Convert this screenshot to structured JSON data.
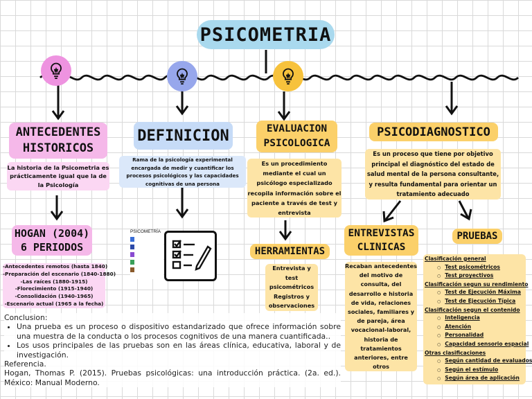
{
  "title": "PSICOMETRIA",
  "colors": {
    "title_bg": "#a9d9ee",
    "pink": "#f5b8e9",
    "pink_light": "#fbd7f3",
    "blue": "#c6dbf7",
    "blue_bulb": "#97a7ec",
    "yellow": "#fbd06a",
    "yellow_light": "#fde4a6",
    "pink_bulb": "#ee93e0",
    "yellow_bulb": "#f7c23c"
  },
  "icons": [
    "lightbulb-icon",
    "lightbulb-icon",
    "lightbulb-icon",
    "checklist-icon"
  ],
  "antecedentes": {
    "title_line1": "ANTECEDENTES",
    "title_line2": "HISTORICOS",
    "text": "La historia de la Psicometria es prácticamente igual que la de la Psicología",
    "hogan_line1": "HOGAN (2004)",
    "hogan_line2": "6 PERIODOS",
    "periods": [
      "-Antecedentes remotos (hasta 1840)",
      "-Preparación del escenario (1840-1880)",
      "-Las raíces (1880-1915)",
      "-Florecimiento (1915-1940)",
      "-Consolidación (1940-1965)",
      "-Escenario actual (1965 a la fecha)"
    ]
  },
  "definicion": {
    "title": "DEFINICION",
    "text": "Rama de la psicología experimental encargada de medir y cuantificar los procesos psicológicos y las capacidades cognitivas de una persona",
    "thumb_title": "PSICOMETRÍA"
  },
  "evaluacion": {
    "title_line1": "EVALUACION",
    "title_line2": "PSICOLOGICA",
    "text": "Es un procedimiento mediante el cual un psicólogo especializado recopila información sobre el paciente a través de test y entrevista",
    "herramientas": "HERRAMIENTAS",
    "herramientas_text": "Entrevista y test psicométricos Registros y observaciones"
  },
  "psicodiagnostico": {
    "title": "PSICODIAGNOSTICO",
    "text": "Es un proceso que tiene por objetivo principal el diagnóstico del estado de salud mental de la persona consultante, y resulta fundamental para orientar un tratamiento adecuado",
    "entrevistas_line1": "ENTREVISTAS",
    "entrevistas_line2": "CLINICAS",
    "entrevistas_text": "Recaban antecedentes del motivo de consulta, del desarrollo e historia de vida, relaciones sociales, familiares y de pareja, área vocacional-laboral, historia de tratamientos anteriores, entre otros",
    "pruebas": "PRUEBAS",
    "classifications": [
      {
        "heading": "Clasificación general",
        "items": [
          "Test psicométricos",
          "Test proyectivos"
        ]
      },
      {
        "heading": "Clasificación segun su rendimiento",
        "items": [
          "Test de Ejecución Máxima",
          "Test de Ejecución Típica"
        ]
      },
      {
        "heading": "Clasificación segun el contenido",
        "items": [
          "Inteligencia",
          "Atención",
          "Personalidad",
          "Capacidad sensorio espacial"
        ]
      },
      {
        "heading": "Otras clasificaciones",
        "items": [
          "Según cantidad de evaluados",
          "Según el estímulo",
          "Según área de aplicación"
        ]
      }
    ]
  },
  "conclusion": {
    "label": "Conclusion:",
    "bullets": [
      "Una prueba es un proceso o dispositivo estandarizado que ofrece información sobre una muestra de la conducta o los procesos cognitivos de una manera cuantificada..",
      "Los usos principales de las pruebas son en las áreas clínica, educativa, laboral y de investigación."
    ],
    "ref_label": "Referencia.",
    "reference": "Hogan, Thomas P. (2015). Pruebas psicológicas: una introducción práctica. (2a. ed.). México: Manual Moderno."
  }
}
